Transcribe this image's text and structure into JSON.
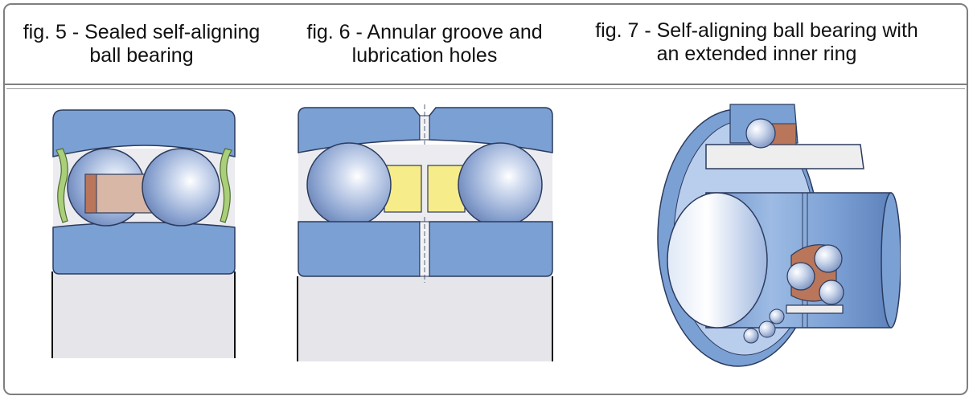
{
  "captions": {
    "fig5": {
      "line1": "fig. 5 - Sealed self-aligning",
      "line2": "ball bearing"
    },
    "fig6": {
      "line1": "fig. 6 - Annular groove and",
      "line2": "lubrication holes"
    },
    "fig7": {
      "line1": "fig. 7 - Self-aligning ball bearing with",
      "line2": "an extended inner ring"
    }
  },
  "colors": {
    "ring_blue": "#7ba0d4",
    "ring_outline": "#2b3b5e",
    "cage_tan": "#d9b7a6",
    "cage_brown": "#b9765a",
    "spacer_yellow": "#f7ec8a",
    "seal_green": "#a9cf7a",
    "bore_grey": "#e6e6ea",
    "ball_blue": "#9db2d8"
  }
}
